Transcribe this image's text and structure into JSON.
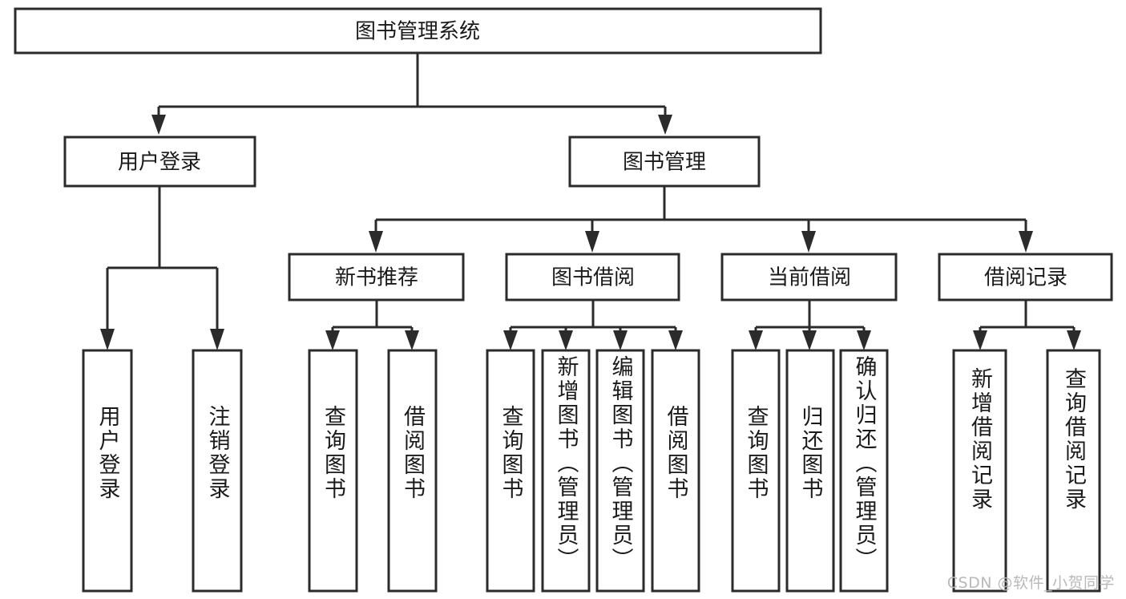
{
  "chart_data": {
    "type": "diagram",
    "title": "图书管理系统",
    "diagram_kind": "hierarchy-tree",
    "orientation": "top-down",
    "levels": 4
  },
  "colors": {
    "box_stroke": "#2b2b2b",
    "box_fill": "#ffffff",
    "text": "#1a1a1a",
    "background": "#ffffff",
    "watermark": "#b9b9b9"
  },
  "root": {
    "label": "图书管理系统"
  },
  "level2": [
    {
      "label": "用户登录"
    },
    {
      "label": "图书管理"
    }
  ],
  "level3": [
    {
      "label": "新书推荐"
    },
    {
      "label": "图书借阅"
    },
    {
      "label": "当前借阅"
    },
    {
      "label": "借阅记录"
    }
  ],
  "leaves": {
    "user_login": [
      {
        "label": "用户登录"
      },
      {
        "label": "注销登录"
      }
    ],
    "new_book": [
      {
        "label": "查询图书"
      },
      {
        "label": "借阅图书"
      }
    ],
    "book_borrow": [
      {
        "label": "查询图书"
      },
      {
        "label": "新增图书（管理员）"
      },
      {
        "label": "编辑图书（管理员）"
      },
      {
        "label": "借阅图书"
      }
    ],
    "current_borrow": [
      {
        "label": "查询图书"
      },
      {
        "label": "归还图书"
      },
      {
        "label": "确认归还（管理员）"
      }
    ],
    "borrow_record": [
      {
        "label": "新增借阅记录"
      },
      {
        "label": "查询借阅记录"
      }
    ]
  },
  "watermark": {
    "text": "CSDN @软件_小贺同学"
  }
}
